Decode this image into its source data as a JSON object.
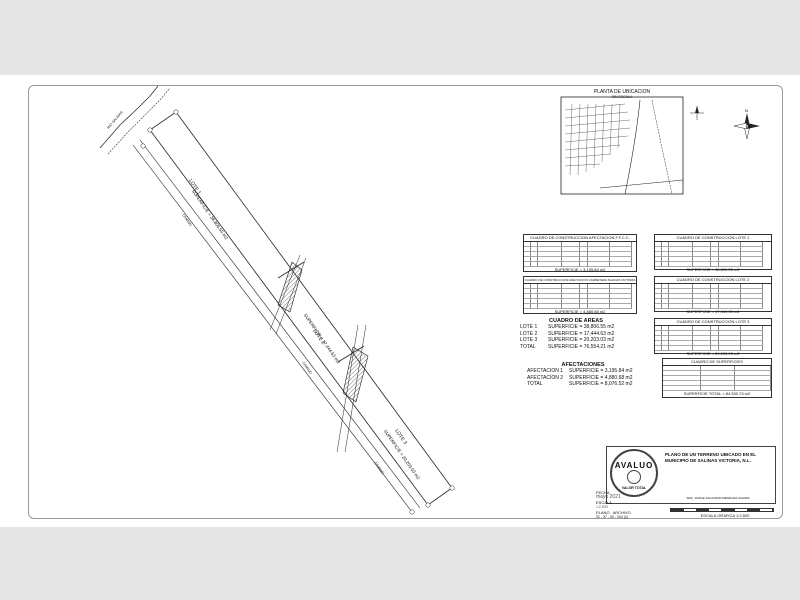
{
  "plan": {
    "lote1_label": "LOTE 1",
    "lote1_area": "SUPERFICIE = 38,806.55 m2",
    "lote2_label": "LOTE 2",
    "lote2_area": "SUPERFICIE = 17,444.63 m2",
    "lote3_label": "LOTE 3",
    "lote3_area": "SUPERFICIE = 20,203.03 m2",
    "camino_label": "CAMINO",
    "rio_label": "RIO SALINAS"
  },
  "location_map": {
    "title": "PLANTA DE UBICACION",
    "subtitle": "SIN ESCALA"
  },
  "tables": {
    "afectacion_ffcc": {
      "caption": "CUADRO DE CONSTRUCCION AFECTACION F.F.C.C.",
      "total": "SUPERFICIE = 3,195.84 m2"
    },
    "lote1": {
      "caption": "CUADRO DE CONSTRUCCION LOTE 1",
      "total": "SUPERFICIE = 38,806.55 m2"
    },
    "afectacion_salinas": {
      "caption": "CUADRO DE CONSTRUCCION AFECTACION CARRETERA SALINAS VICTORIA",
      "total": "SUPERFICIE = 4,880.68 m2"
    },
    "lote2": {
      "caption": "CUADRO DE CONSTRUCCION LOTE 2",
      "total": "SUPERFICIE = 17,444.63 m2"
    },
    "lote3": {
      "caption": "CUADRO DE CONSTRUCCION LOTE 3",
      "total": "SUPERFICIE = 20,203.03 m2"
    },
    "superficies": {
      "caption": "CUADRO DE SUPERFICIES",
      "total": "SUPERFICIE TOTAL = 84,530.73 m2"
    }
  },
  "areas": {
    "heading": "CUADRO DE AREAS",
    "rows": [
      {
        "label": "LOTE 1",
        "value": "SUPERFICIE = 38,806.55 m2"
      },
      {
        "label": "LOTE 2",
        "value": "SUPERFICIE = 17,444.63 m2"
      },
      {
        "label": "LOTE 3",
        "value": "SUPERFICIE = 20,203.03 m2"
      },
      {
        "label": "TOTAL",
        "value": "SUPERFICIE = 76,554.21 m2"
      }
    ]
  },
  "afectaciones": {
    "heading": "AFECTACIONES",
    "rows": [
      {
        "label": "AFECTACION 1",
        "value": "SUPERFICIE = 3,195.84 m2"
      },
      {
        "label": "AFECTACION 2",
        "value": "SUPERFICIE = 4,880.68 m2"
      },
      {
        "label": "TOTAL",
        "value": "SUPERFICIE = 8,076.52 m2"
      }
    ]
  },
  "title_block": {
    "logo_word": "AVALUO",
    "logo_sub": "VALOR TOTAL",
    "plan_title": "PLANO DE UN TERRENO UBICADO EN EL MUNICIPIO DE SALINAS VICTORIA, N.L.",
    "fecha_label": "FECHA",
    "fecha_value": "mayo 2021",
    "escala_label": "ESCALA",
    "escala_value": "1:2,500",
    "plano_label": "PLANO",
    "plano_value": "ARCHIVO",
    "clave": "31 - 37 - 00 - 004 (1)",
    "signatory": "ARQ. JORGE SALVADOR MENDOZA VALDES",
    "scale_caption": "ESCALA GRAFICA 1:2,500"
  },
  "colors": {
    "ink": "#111111",
    "hatch": "#555555",
    "frame": "#9a9a9a"
  }
}
